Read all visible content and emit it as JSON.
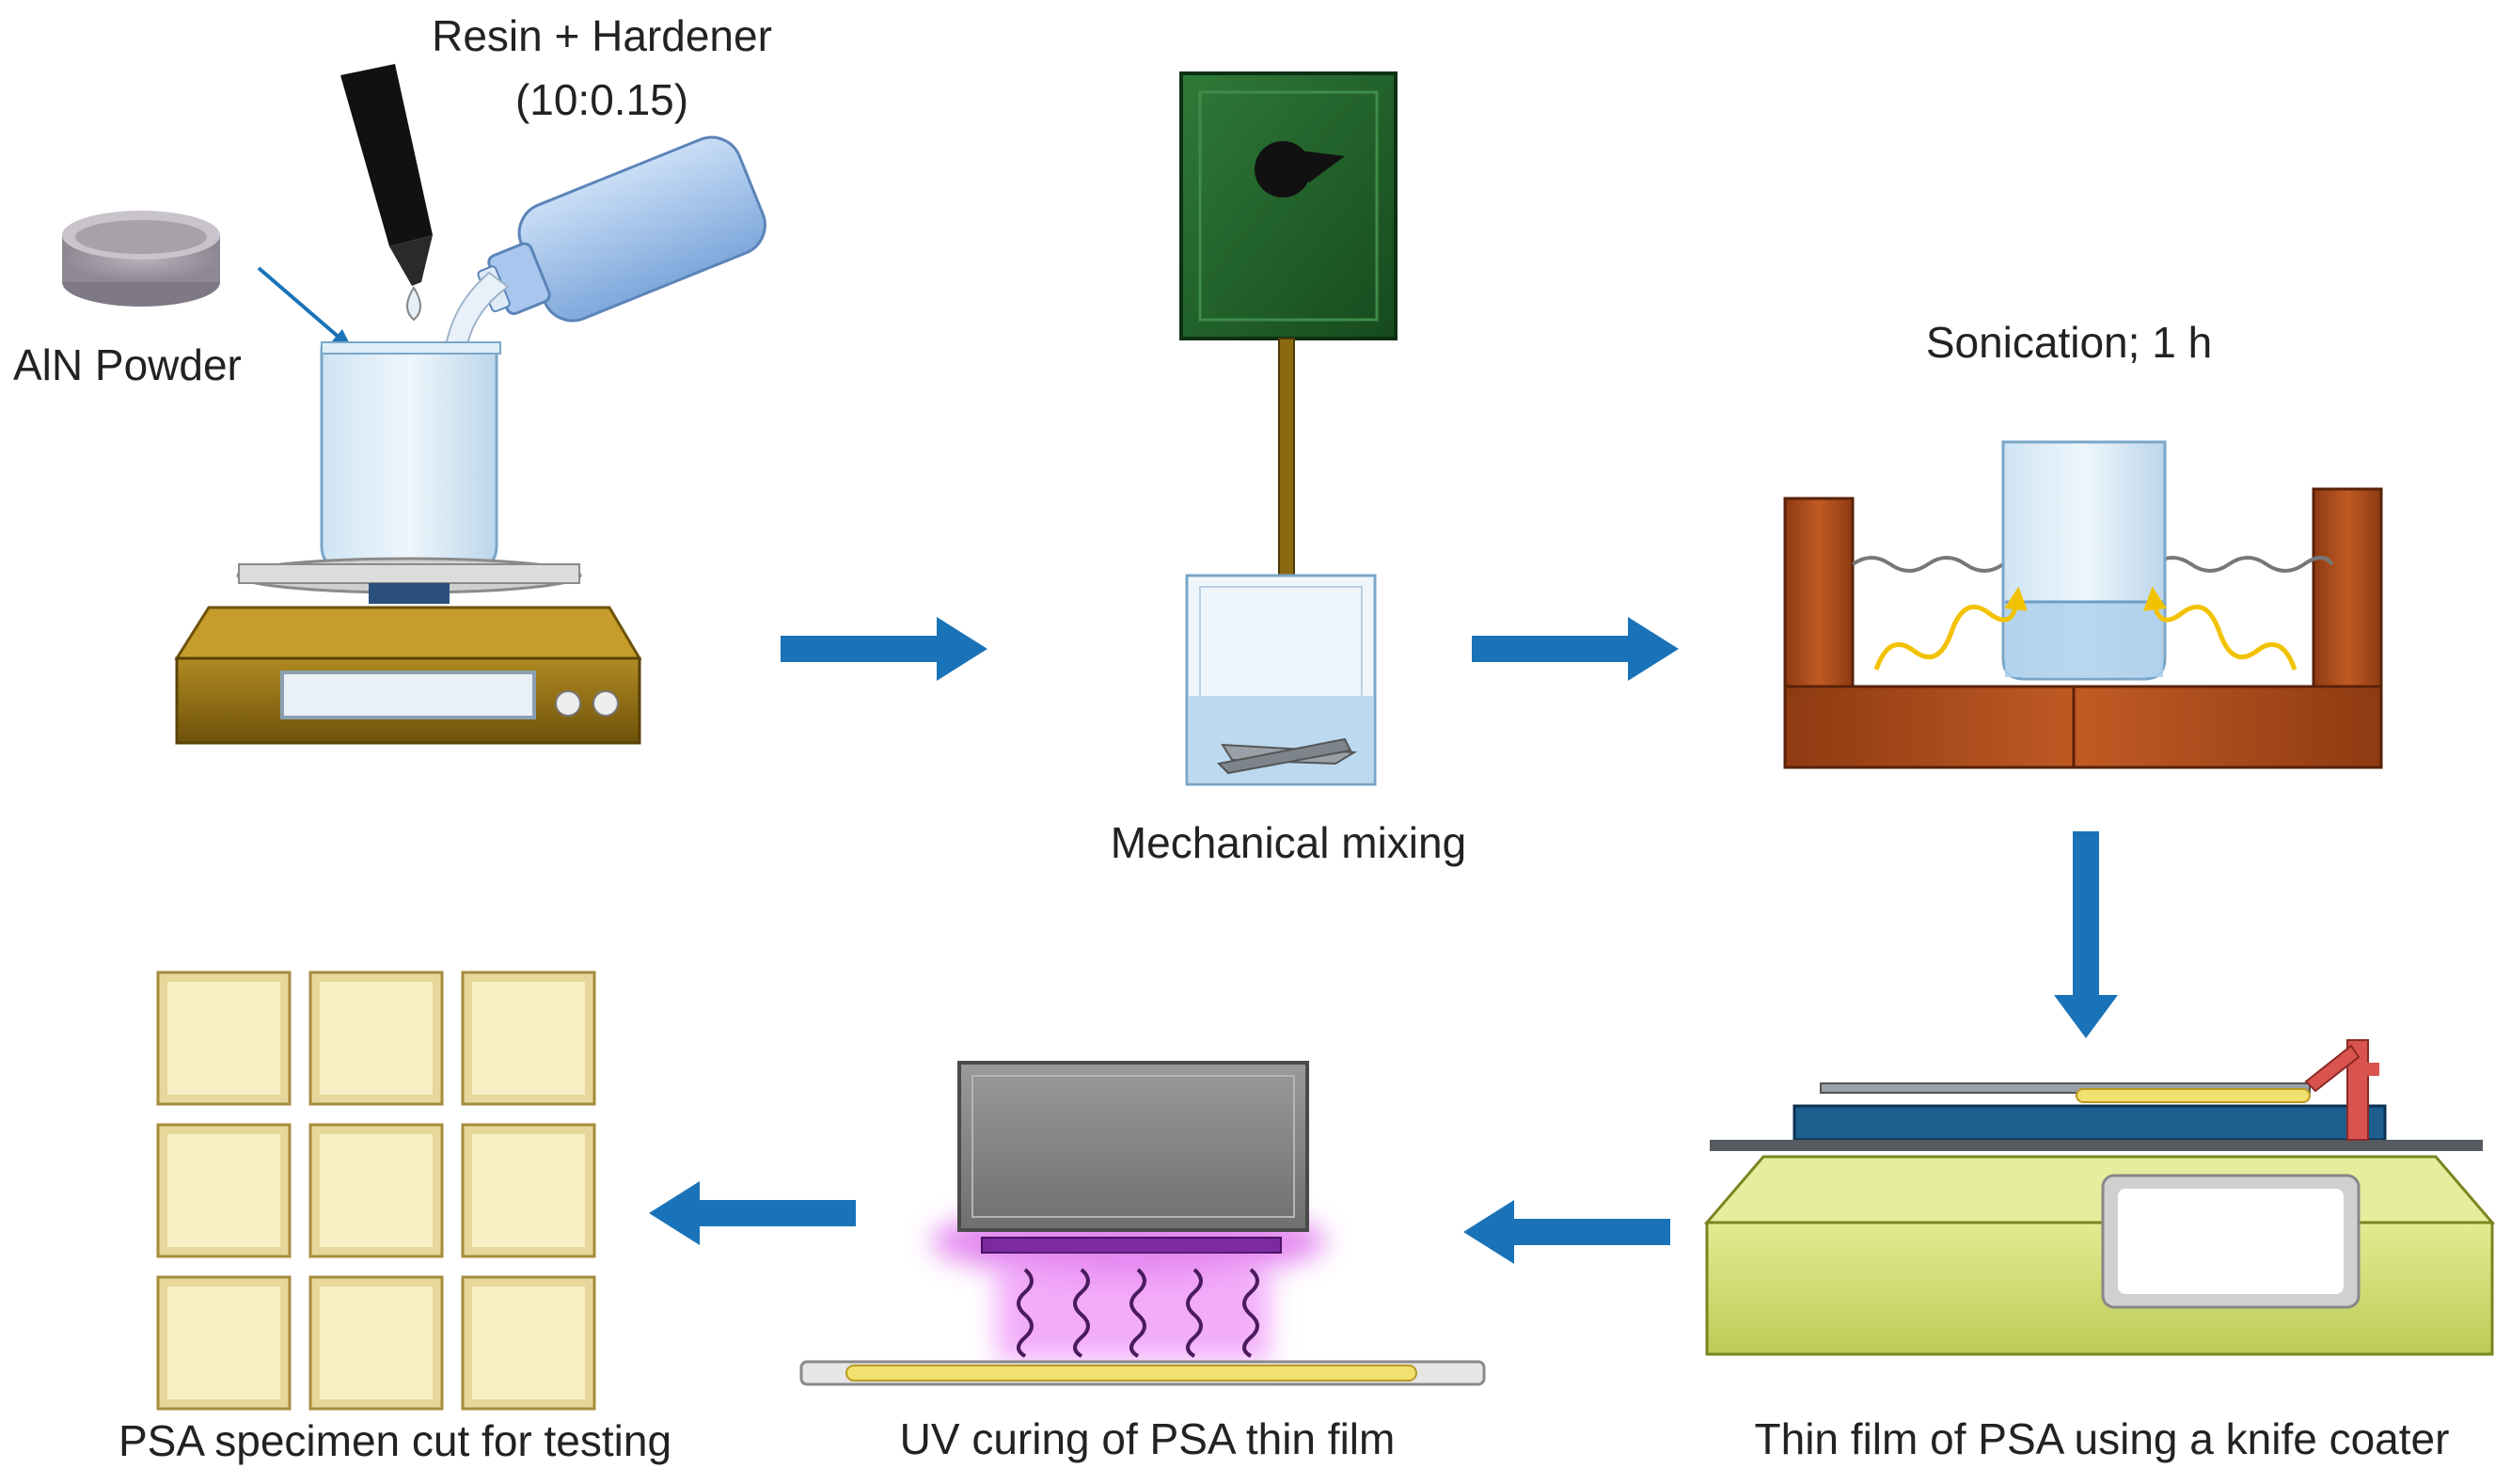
{
  "labels": {
    "resin_hardener": "Resin + Hardener",
    "ratio": "(10:0.15)",
    "aln_powder": "AlN Powder",
    "mechanical_mixing": "Mechanical mixing",
    "sonication": "Sonication; 1 h",
    "knife_coater": "Thin film of PSA using a knife coater",
    "uv_curing": "UV curing of PSA thin film",
    "specimen_cut": "PSA specimen cut for testing"
  },
  "colors": {
    "flow_arrow": "#1a73b8",
    "balance_body": "#8a6a10",
    "stirrer_box": "#1f5a28",
    "sonicator_bath": "#a84a1a",
    "coater_base": "#d4e07a",
    "coater_plate": "#1d5e8f",
    "uv_glow": "#d23ce6",
    "film": "#f2e070",
    "specimen": "#f8f0c4",
    "ultrasound_wave": "#f2c200"
  },
  "specimen_grid": {
    "rows": 3,
    "cols": 3
  }
}
